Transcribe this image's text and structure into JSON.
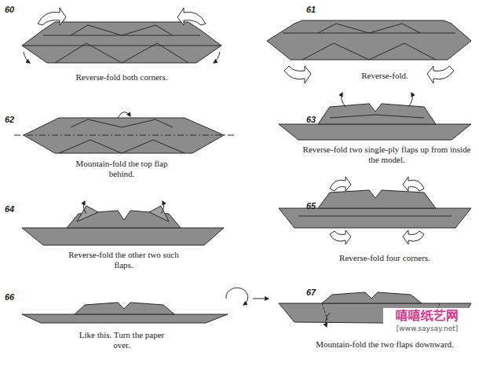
{
  "diagram": {
    "labels": [
      "60",
      "Reverse-fold both corners.",
      "61",
      "Reverse-fold.",
      "62",
      "Mountain-fold the top flap behind.",
      "63",
      "Reverse-fold two single-ply flaps up from inside the model.",
      "64",
      "Reverse-fold the other two such flaps.",
      "65",
      "Reverse-fold four corners.",
      "66",
      "Like this. Turn the paper over.",
      "67",
      "Mountain-fold the two flaps downward.",
      "嘻嘻纸艺网",
      "[www.saysay.net]"
    ]
  }
}
